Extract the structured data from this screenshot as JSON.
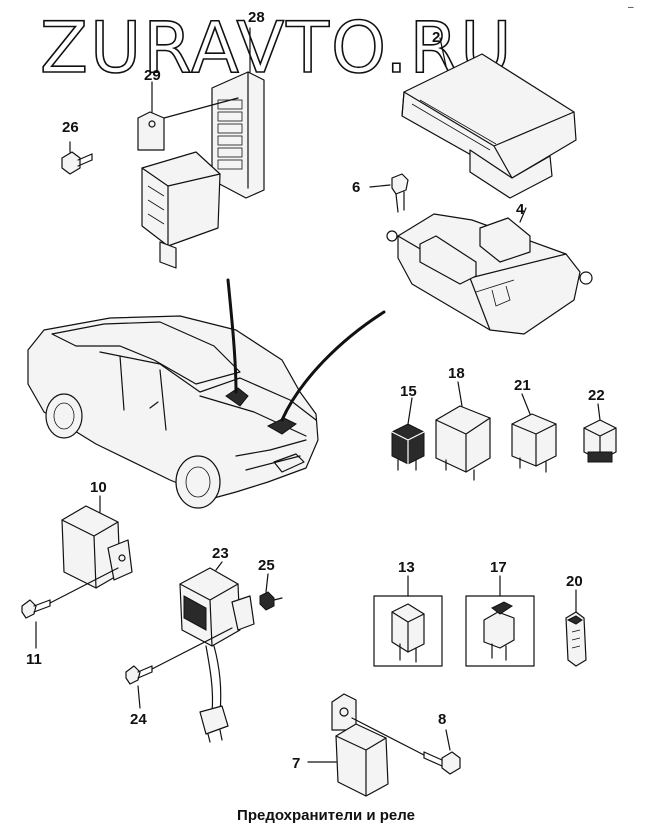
{
  "watermark": "ZURAVTO.RU",
  "caption": "Предохранители и реле",
  "corner_mark": "–",
  "callouts": {
    "c2": "2",
    "c4": "4",
    "c6": "6",
    "c7": "7",
    "c8": "8",
    "c10": "10",
    "c11": "11",
    "c13": "13",
    "c15": "15",
    "c17": "17",
    "c18": "18",
    "c20": "20",
    "c21": "21",
    "c22": "22",
    "c23": "23",
    "c24": "24",
    "c25": "25",
    "c26": "26",
    "c28": "28",
    "c29": "29"
  }
}
